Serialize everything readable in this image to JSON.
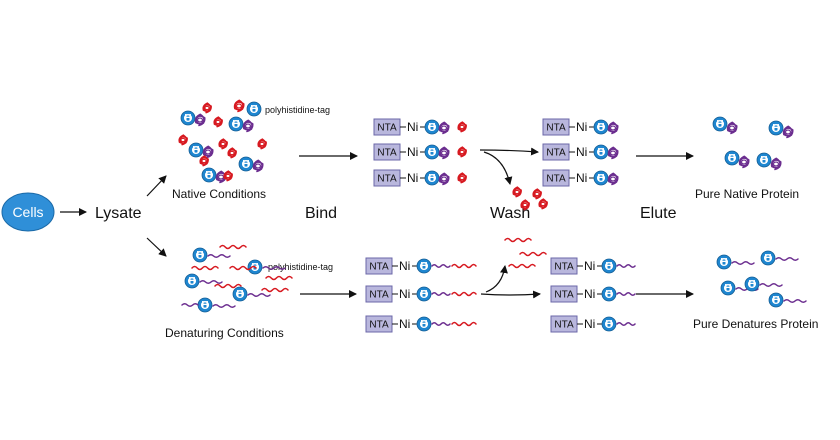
{
  "colors": {
    "cell": "#2f8fd8",
    "tag": "#1e86d0",
    "tag_ring": "#ffffff",
    "nta_box": "#b9b7dd",
    "nta_border": "#6b67a8",
    "protein_purple": "#6b2d8f",
    "contaminant_red": "#d71920",
    "arrow": "#111111"
  },
  "icons": {
    "tag": "his-tag-bead-icon",
    "native_protein": "folded-protein-icon",
    "denatured_protein": "unfolded-chain-icon",
    "contaminant": "contaminant-protein-icon"
  },
  "labels": {
    "cells": "Cells",
    "lysate": "Lysate",
    "tag_native": "polyhistidine-tag",
    "tag_denaturing": "polyhistidine-tag",
    "native_conditions": "Native Conditions",
    "denaturing_conditions": "Denaturing Conditions",
    "bind": "Bind",
    "wash": "Wash",
    "elute": "Elute",
    "pure_native": "Pure Native Protein",
    "pure_denatured": "Pure Denatures Protein",
    "nta": "NTA",
    "ni": "Ni",
    "h": "H"
  }
}
